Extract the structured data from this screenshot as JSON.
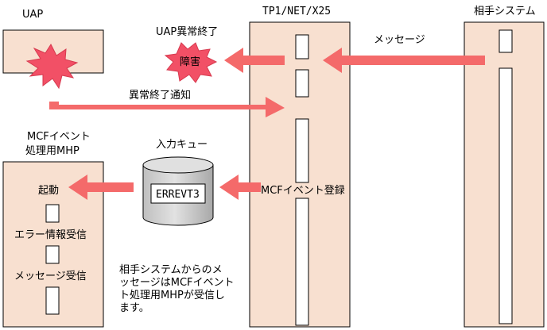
{
  "labels": {
    "uap": "UAP",
    "tp1": "TP1/NET/X25",
    "partner": "相手システム",
    "uap_abnormal_end": "UAP異常終了",
    "failure": "障害",
    "message": "メッセージ",
    "abnormal_end_notify": "異常終了通知",
    "mcf_event_mhp_line1": "MCFイベント",
    "mcf_event_mhp_line2": "処理用MHP",
    "input_queue": "入力キュー",
    "errevt3": "ERREVT3",
    "mcf_event_register": "MCFイベント登録",
    "startup": "起動",
    "error_info_recv": "エラー情報受信",
    "message_recv": "メッセージ受信",
    "note_line1": "相手システムからのメ",
    "note_line2": "ッセージはMCFイベント",
    "note_line3": "ト処理用MHPが受信し",
    "note_line4": "ます。"
  },
  "colors": {
    "box_fill": "#f8e0d0",
    "arrow": "#f46a6a",
    "burst": "#f25066",
    "queue_fill": "#cccccc",
    "line": "#000000"
  }
}
